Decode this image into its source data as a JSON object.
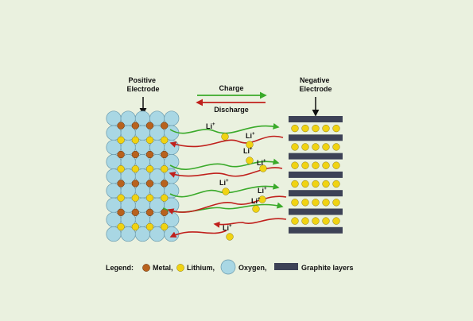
{
  "labels": {
    "positive_electrode": [
      "Positive",
      "Electrode"
    ],
    "negative_electrode": [
      "Negative",
      "Electrode"
    ],
    "charge": "Charge",
    "discharge": "Discharge",
    "ion": "Li",
    "ion_charge": "+"
  },
  "legend": {
    "title": "Legend:",
    "metal": "Metal,",
    "lithium": "Lithium,",
    "oxygen": "Oxygen,",
    "graphite": "Graphite layers"
  },
  "colors": {
    "background": "#eaf1df",
    "oxygen": "#a9d7e4",
    "oxygen_stroke": "#6a9aac",
    "metal": "#b8621e",
    "lithium": "#f0d312",
    "lithium_stroke": "#8a7a10",
    "graphite": "#3d4256",
    "charge_arrow": "#3aaa2a",
    "discharge_arrow": "#c0201c",
    "text": "#111111"
  }
}
